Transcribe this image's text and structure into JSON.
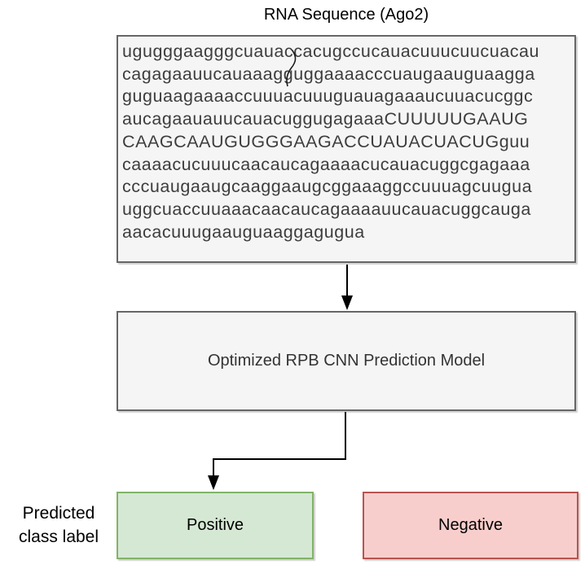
{
  "diagram": {
    "title": "RNA Sequence (Ago2)",
    "sequence": "ugugggaagggcuauaccacugccucauacuuucuucuacau\ncagagaauucauaaagguggaaaacccuaugaauguaagga\nguguaagaaaaccuuuacuuuguauagaaaucuuacucggc\naucagaauauucauacuggugagaaaCUUUUUGAAUG\nCAAGCAAUGUGGGAAGACCUAUACUACUGguu\ncaaaacucuuucaacaucagaaaacucauacuggcgagaaa\ncccuaugaaugcaaggaaugcggaaaggccuuuagcuugua\nuggcuaccuuaaacaacaucagaaaauucauacuggcauga\naacacuuugaauguaaggagugua",
    "model_label": "Optimized RPB CNN Prediction Model",
    "predicted_class_label": "Predicted\nclass label",
    "positive_label": "Positive",
    "negative_label": "Negative",
    "colors": {
      "box_fill": "#f5f5f5",
      "box_border": "#666666",
      "positive_fill": "#d5e8d4",
      "positive_border": "#82b366",
      "negative_fill": "#f8cecc",
      "negative_border": "#b85450",
      "arrow_color": "#000000"
    }
  }
}
